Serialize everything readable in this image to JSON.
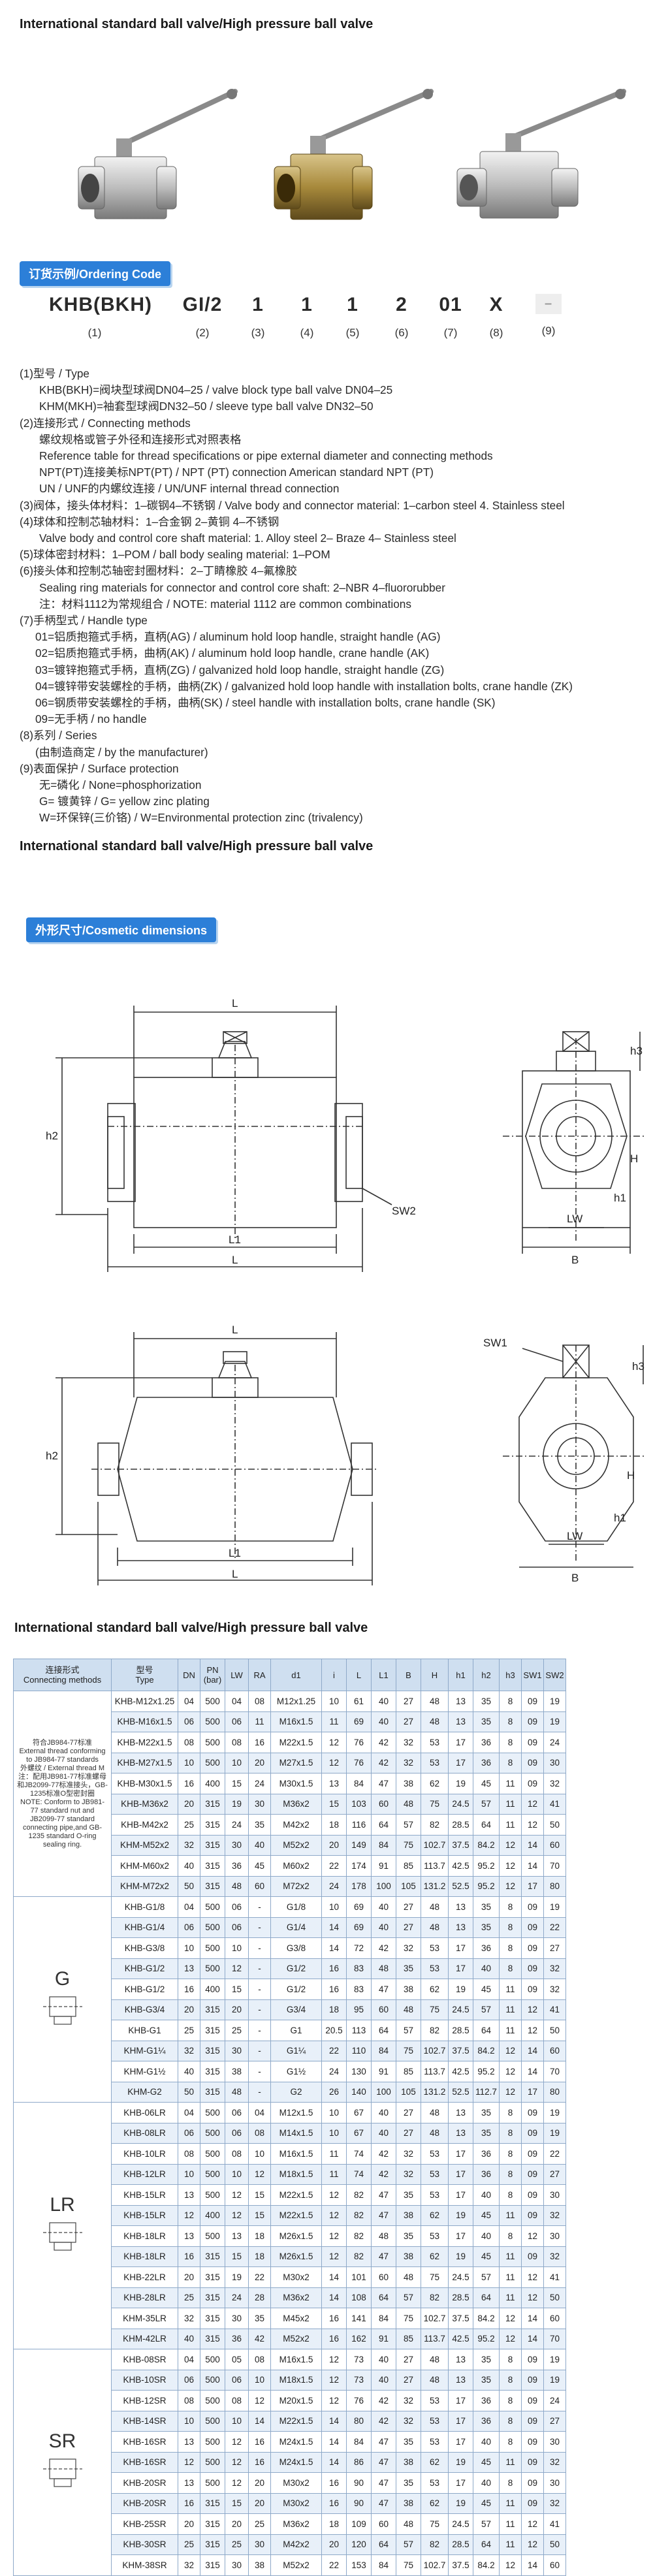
{
  "page_title": "International standard ball valve/High pressure ball valve",
  "ordering": {
    "badge": "订货示例/Ordering Code",
    "codes": [
      {
        "code": "KHB(BKH)",
        "num": "(1)"
      },
      {
        "code": "GI/2",
        "num": "(2)"
      },
      {
        "code": "1",
        "num": "(3)"
      },
      {
        "code": "1",
        "num": "(4)"
      },
      {
        "code": "1",
        "num": "(5)"
      },
      {
        "code": "2",
        "num": "(6)"
      },
      {
        "code": "01",
        "num": "(7)"
      },
      {
        "code": "X",
        "num": "(8)"
      },
      {
        "code": "–",
        "num": "(9)"
      }
    ]
  },
  "description": [
    {
      "text": "(1)型号 / Type",
      "indent": 0
    },
    {
      "text": "KHB(BKH)=阀块型球阀DN04–25 / valve block type ball valve DN04–25",
      "indent": 1
    },
    {
      "text": "KHM(MKH)=袖套型球阀DN32–50 / sleeve type ball valve DN32–50",
      "indent": 1
    },
    {
      "text": "(2)连接形式 / Connecting methods",
      "indent": 0
    },
    {
      "text": "螺纹规格或管子外径和连接形式对照表格",
      "indent": 1
    },
    {
      "text": "Reference table for thread specifications or pipe external diameter and connecting methods",
      "indent": 1
    },
    {
      "text": "NPT(PT)连接美标NPT(PT) / NPT (PT) connection American standard NPT (PT)",
      "indent": 1
    },
    {
      "text": "UN / UNF的内螺纹连接 / UN/UNF internal thread connection",
      "indent": 1
    },
    {
      "text": "(3)阀体，接头体材料：1–碳钢4–不锈钢 / Valve body and connector material: 1–carbon steel   4. Stainless steel",
      "indent": 0
    },
    {
      "text": "(4)球体和控制芯轴材料：1–合金钢  2–黄铜  4–不锈钢",
      "indent": 0
    },
    {
      "text": "Valve body and control core shaft material: 1. Alloy steel  2– Braze  4– Stainless steel",
      "indent": 1
    },
    {
      "text": "(5)球体密封材料：1–POM / ball body sealing material: 1–POM",
      "indent": 0
    },
    {
      "text": "(6)接头体和控制芯轴密封圈材料：2–丁睛橡胶  4–氟橡胶",
      "indent": 0
    },
    {
      "text": "Sealing ring materials for connector and control core shaft: 2–NBR  4–fluororubber",
      "indent": 1
    },
    {
      "text": "注：材料1112为常规组合 / NOTE: material 1112 are common combinations",
      "indent": 1
    },
    {
      "text": "(7)手柄型式 / Handle type",
      "indent": 0
    },
    {
      "text": "01=铝质抱箍式手柄，直柄(AG) / aluminum hold loop handle, straight handle (AG)",
      "indent": 2
    },
    {
      "text": "02=铝质抱箍式手柄，曲柄(AK) / aluminum hold loop handle, crane handle (AK)",
      "indent": 2
    },
    {
      "text": "03=镀锌抱箍式手柄，直柄(ZG) / galvanized hold loop handle, straight handle (ZG)",
      "indent": 2
    },
    {
      "text": "04=镀锌带安装螺栓的手柄，曲柄(ZK) / galvanized hold loop handle with installation bolts, crane handle (ZK)",
      "indent": 2
    },
    {
      "text": "06=钢质带安装螺栓的手柄，曲柄(SK) / steel handle with installation bolts, crane handle (SK)",
      "indent": 2
    },
    {
      "text": "09=无手柄 / no handle",
      "indent": 2
    },
    {
      "text": "(8)系列 / Series",
      "indent": 0
    },
    {
      "text": "(由制造商定 / by the manufacturer)",
      "indent": 2
    },
    {
      "text": "(9)表面保护 / Surface protection",
      "indent": 0
    },
    {
      "text": "无=磷化 / None=phosphorization",
      "indent": 1
    },
    {
      "text": "G= 镀黄锌 / G= yellow zinc plating",
      "indent": 1
    },
    {
      "text": "W=环保锌(三价铬) / W=Environmental protection zinc (trivalency)",
      "indent": 1
    }
  ],
  "title2": "International standard ball valve/High pressure ball valve",
  "dims_badge": "外形尺寸/Cosmetic dimensions",
  "drawing_labels": {
    "L": "L",
    "L1": "L1",
    "h2": "h2",
    "h3": "h3",
    "H": "H",
    "h1": "h1",
    "LW": "LW",
    "B": "B",
    "SW1": "SW1",
    "SW2": "SW2"
  },
  "title3": "International standard ball valve/High pressure ball valve",
  "table": {
    "headers": [
      "连接形式\nConnecting methods",
      "型号\nType",
      "DN",
      "PN\n(bar)",
      "LW",
      "RA",
      "d1",
      "i",
      "L",
      "L1",
      "B",
      "H",
      "h1",
      "h2",
      "h3",
      "SW1",
      "SW2"
    ],
    "groups": [
      {
        "label": "",
        "note": "符合JB984-77标准\nExternal thread conforming to JB984-77 standards\n外螺纹 / External thread M\n注：配用JB981-77标准螺母和JB2099-77标准接头，GB-1235标准O型密封圈\nNOTE: Conform to JB981-77 standard nut and JB2099-77 standard connecting pipe,and GB-1235 standard O-ring sealing ring.",
        "rows": [
          [
            "KHB-M12x1.25",
            "04",
            "500",
            "04",
            "08",
            "M12x1.25",
            "10",
            "61",
            "40",
            "27",
            "48",
            "13",
            "35",
            "8",
            "09",
            "19"
          ],
          [
            "KHB-M16x1.5",
            "06",
            "500",
            "06",
            "11",
            "M16x1.5",
            "11",
            "69",
            "40",
            "27",
            "48",
            "13",
            "35",
            "8",
            "09",
            "19"
          ],
          [
            "KHB-M22x1.5",
            "08",
            "500",
            "08",
            "16",
            "M22x1.5",
            "12",
            "76",
            "42",
            "32",
            "53",
            "17",
            "36",
            "8",
            "09",
            "24"
          ],
          [
            "KHB-M27x1.5",
            "10",
            "500",
            "10",
            "20",
            "M27x1.5",
            "12",
            "76",
            "42",
            "32",
            "53",
            "17",
            "36",
            "8",
            "09",
            "30"
          ],
          [
            "KHB-M30x1.5",
            "16",
            "400",
            "15",
            "24",
            "M30x1.5",
            "13",
            "84",
            "47",
            "38",
            "62",
            "19",
            "45",
            "11",
            "09",
            "32"
          ],
          [
            "KHB-M36x2",
            "20",
            "315",
            "19",
            "30",
            "M36x2",
            "15",
            "103",
            "60",
            "48",
            "75",
            "24.5",
            "57",
            "11",
            "12",
            "41"
          ],
          [
            "KHB-M42x2",
            "25",
            "315",
            "24",
            "35",
            "M42x2",
            "18",
            "116",
            "64",
            "57",
            "82",
            "28.5",
            "64",
            "11",
            "12",
            "50"
          ],
          [
            "KHM-M52x2",
            "32",
            "315",
            "30",
            "40",
            "M52x2",
            "20",
            "149",
            "84",
            "75",
            "102.7",
            "37.5",
            "84.2",
            "12",
            "14",
            "60"
          ],
          [
            "KHM-M60x2",
            "40",
            "315",
            "36",
            "45",
            "M60x2",
            "22",
            "174",
            "91",
            "85",
            "113.7",
            "42.5",
            "95.2",
            "12",
            "14",
            "70"
          ],
          [
            "KHM-M72x2",
            "50",
            "315",
            "48",
            "60",
            "M72x2",
            "24",
            "178",
            "100",
            "105",
            "131.2",
            "52.5",
            "95.2",
            "12",
            "17",
            "80"
          ]
        ]
      },
      {
        "label": "G",
        "rows": [
          [
            "KHB-G1/8",
            "04",
            "500",
            "06",
            "-",
            "G1/8",
            "10",
            "69",
            "40",
            "27",
            "48",
            "13",
            "35",
            "8",
            "09",
            "19"
          ],
          [
            "KHB-G1/4",
            "06",
            "500",
            "06",
            "-",
            "G1/4",
            "14",
            "69",
            "40",
            "27",
            "48",
            "13",
            "35",
            "8",
            "09",
            "22"
          ],
          [
            "KHB-G3/8",
            "10",
            "500",
            "10",
            "-",
            "G3/8",
            "14",
            "72",
            "42",
            "32",
            "53",
            "17",
            "36",
            "8",
            "09",
            "27"
          ],
          [
            "KHB-G1/2",
            "13",
            "500",
            "12",
            "-",
            "G1/2",
            "16",
            "83",
            "48",
            "35",
            "53",
            "17",
            "40",
            "8",
            "09",
            "32"
          ],
          [
            "KHB-G1/2",
            "16",
            "400",
            "15",
            "-",
            "G1/2",
            "16",
            "83",
            "47",
            "38",
            "62",
            "19",
            "45",
            "11",
            "09",
            "32"
          ],
          [
            "KHB-G3/4",
            "20",
            "315",
            "20",
            "-",
            "G3/4",
            "18",
            "95",
            "60",
            "48",
            "75",
            "24.5",
            "57",
            "11",
            "12",
            "41"
          ],
          [
            "KHB-G1",
            "25",
            "315",
            "25",
            "-",
            "G1",
            "20.5",
            "113",
            "64",
            "57",
            "82",
            "28.5",
            "64",
            "11",
            "12",
            "50"
          ],
          [
            "KHM-G1¼",
            "32",
            "315",
            "30",
            "-",
            "G1¼",
            "22",
            "110",
            "84",
            "75",
            "102.7",
            "37.5",
            "84.2",
            "12",
            "14",
            "60"
          ],
          [
            "KHM-G1½",
            "40",
            "315",
            "38",
            "-",
            "G1½",
            "24",
            "130",
            "91",
            "85",
            "113.7",
            "42.5",
            "95.2",
            "12",
            "14",
            "70"
          ],
          [
            "KHM-G2",
            "50",
            "315",
            "48",
            "-",
            "G2",
            "26",
            "140",
            "100",
            "105",
            "131.2",
            "52.5",
            "112.7",
            "12",
            "17",
            "80"
          ]
        ]
      },
      {
        "label": "LR",
        "rows": [
          [
            "KHB-06LR",
            "04",
            "500",
            "06",
            "04",
            "M12x1.5",
            "10",
            "67",
            "40",
            "27",
            "48",
            "13",
            "35",
            "8",
            "09",
            "19"
          ],
          [
            "KHB-08LR",
            "06",
            "500",
            "06",
            "08",
            "M14x1.5",
            "10",
            "67",
            "40",
            "27",
            "48",
            "13",
            "35",
            "8",
            "09",
            "19"
          ],
          [
            "KHB-10LR",
            "08",
            "500",
            "08",
            "10",
            "M16x1.5",
            "11",
            "74",
            "42",
            "32",
            "53",
            "17",
            "36",
            "8",
            "09",
            "22"
          ],
          [
            "KHB-12LR",
            "10",
            "500",
            "10",
            "12",
            "M18x1.5",
            "11",
            "74",
            "42",
            "32",
            "53",
            "17",
            "36",
            "8",
            "09",
            "27"
          ],
          [
            "KHB-15LR",
            "13",
            "500",
            "12",
            "15",
            "M22x1.5",
            "12",
            "82",
            "47",
            "35",
            "53",
            "17",
            "40",
            "8",
            "09",
            "30"
          ],
          [
            "KHB-15LR",
            "12",
            "400",
            "12",
            "15",
            "M22x1.5",
            "12",
            "82",
            "47",
            "38",
            "62",
            "19",
            "45",
            "11",
            "09",
            "32"
          ],
          [
            "KHB-18LR",
            "13",
            "500",
            "13",
            "18",
            "M26x1.5",
            "12",
            "82",
            "48",
            "35",
            "53",
            "17",
            "40",
            "8",
            "12",
            "30"
          ],
          [
            "KHB-18LR",
            "16",
            "315",
            "15",
            "18",
            "M26x1.5",
            "12",
            "82",
            "47",
            "38",
            "62",
            "19",
            "45",
            "11",
            "09",
            "32"
          ],
          [
            "KHB-22LR",
            "20",
            "315",
            "19",
            "22",
            "M30x2",
            "14",
            "101",
            "60",
            "48",
            "75",
            "24.5",
            "57",
            "11",
            "12",
            "41"
          ],
          [
            "KHB-28LR",
            "25",
            "315",
            "24",
            "28",
            "M36x2",
            "14",
            "108",
            "64",
            "57",
            "82",
            "28.5",
            "64",
            "11",
            "12",
            "50"
          ],
          [
            "KHM-35LR",
            "32",
            "315",
            "30",
            "35",
            "M45x2",
            "16",
            "141",
            "84",
            "75",
            "102.7",
            "37.5",
            "84.2",
            "12",
            "14",
            "60"
          ],
          [
            "KHM-42LR",
            "40",
            "315",
            "36",
            "42",
            "M52x2",
            "16",
            "162",
            "91",
            "85",
            "113.7",
            "42.5",
            "95.2",
            "12",
            "14",
            "70"
          ]
        ]
      },
      {
        "label": "SR",
        "rows": [
          [
            "KHB-08SR",
            "04",
            "500",
            "05",
            "08",
            "M16x1.5",
            "12",
            "73",
            "40",
            "27",
            "48",
            "13",
            "35",
            "8",
            "09",
            "19"
          ],
          [
            "KHB-10SR",
            "06",
            "500",
            "06",
            "10",
            "M18x1.5",
            "12",
            "73",
            "40",
            "27",
            "48",
            "13",
            "35",
            "8",
            "09",
            "19"
          ],
          [
            "KHB-12SR",
            "08",
            "500",
            "08",
            "12",
            "M20x1.5",
            "12",
            "76",
            "42",
            "32",
            "53",
            "17",
            "36",
            "8",
            "09",
            "24"
          ],
          [
            "KHB-14SR",
            "10",
            "500",
            "10",
            "14",
            "M22x1.5",
            "14",
            "80",
            "42",
            "32",
            "53",
            "17",
            "36",
            "8",
            "09",
            "27"
          ],
          [
            "KHB-16SR",
            "13",
            "500",
            "12",
            "16",
            "M24x1.5",
            "14",
            "84",
            "47",
            "35",
            "53",
            "17",
            "40",
            "8",
            "09",
            "30"
          ],
          [
            "KHB-16SR",
            "12",
            "500",
            "12",
            "16",
            "M24x1.5",
            "14",
            "86",
            "47",
            "38",
            "62",
            "19",
            "45",
            "11",
            "09",
            "32"
          ],
          [
            "KHB-20SR",
            "13",
            "500",
            "12",
            "20",
            "M30x2",
            "16",
            "90",
            "47",
            "35",
            "53",
            "17",
            "40",
            "8",
            "09",
            "30"
          ],
          [
            "KHB-20SR",
            "16",
            "315",
            "15",
            "20",
            "M30x2",
            "16",
            "90",
            "47",
            "38",
            "62",
            "19",
            "45",
            "11",
            "09",
            "32"
          ],
          [
            "KHB-25SR",
            "20",
            "315",
            "20",
            "25",
            "M36x2",
            "18",
            "109",
            "60",
            "48",
            "75",
            "24.5",
            "57",
            "11",
            "12",
            "41"
          ],
          [
            "KHB-30SR",
            "25",
            "315",
            "25",
            "30",
            "M42x2",
            "20",
            "120",
            "64",
            "57",
            "82",
            "28.5",
            "64",
            "11",
            "12",
            "50"
          ],
          [
            "KHM-38SR",
            "32",
            "315",
            "30",
            "38",
            "M52x2",
            "22",
            "153",
            "84",
            "75",
            "102.7",
            "37.5",
            "84.2",
            "12",
            "14",
            "60"
          ]
        ]
      }
    ]
  }
}
